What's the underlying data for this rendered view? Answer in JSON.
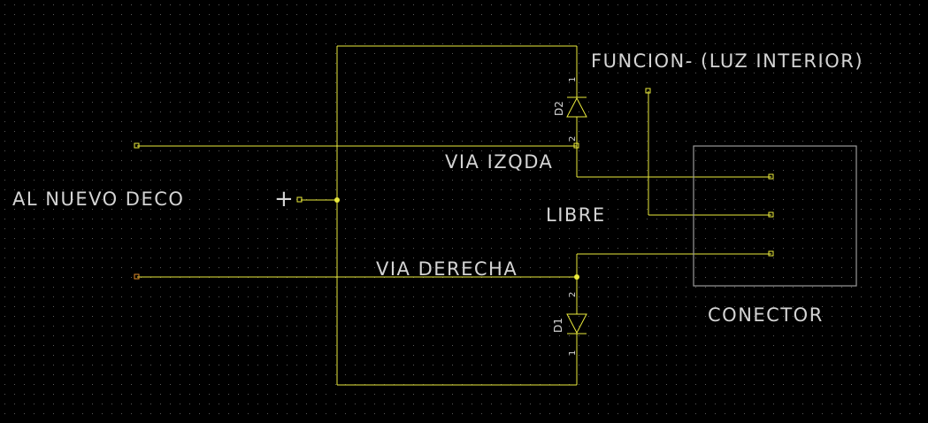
{
  "labels": {
    "funcion": "FUNCION- (LUZ INTERIOR)",
    "via_izqda": "VIA IZQDA",
    "al_nuevo_deco": "AL NUEVO DECO",
    "plus": "+",
    "libre": "LIBRE",
    "via_derecha": "VIA DERECHA",
    "conector": "CONECTOR"
  },
  "components": {
    "d2": {
      "ref": "D2",
      "pin_top": "1",
      "pin_bottom": "2"
    },
    "d1": {
      "ref": "D1",
      "pin_top": "2",
      "pin_bottom": "1"
    }
  },
  "colors": {
    "background": "#000000",
    "grid_dot": "#5a5a5a",
    "wire": "#eaea3c",
    "text": "#d4d4d4",
    "box": "#9a9a9a",
    "pad_orange": "#e08a2a"
  }
}
